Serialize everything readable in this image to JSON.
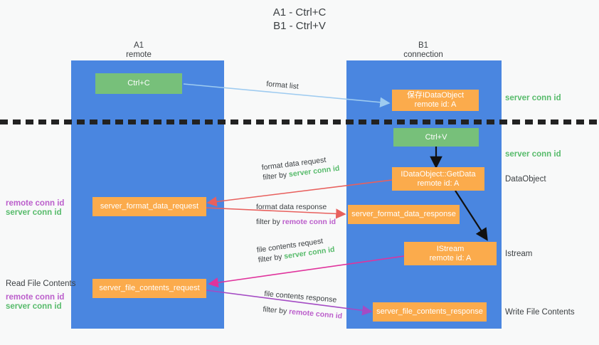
{
  "title": {
    "line1": "A1 - Ctrl+C",
    "line2": "B1 - Ctrl+V"
  },
  "columns": [
    {
      "id": "a1",
      "name": "A1",
      "sub": "remote"
    },
    {
      "id": "b1",
      "name": "B1",
      "sub": "connection"
    }
  ],
  "nodes": {
    "ctrl_c": {
      "label": "Ctrl+C"
    },
    "save_idataobject": {
      "line1": "保存IDataObject",
      "line2": "remote id: A"
    },
    "ctrl_v": {
      "label": "Ctrl+V"
    },
    "getdata": {
      "line1": "IDataObject::GetData",
      "line2": "remote id: A"
    },
    "format_data_request": {
      "label": "server_format_data_request"
    },
    "format_data_response": {
      "label": "server_format_data_response"
    },
    "istream": {
      "line1": "IStream",
      "line2": "remote id: A"
    },
    "file_contents_request": {
      "label": "server_file_contents_request"
    },
    "file_contents_response": {
      "label": "server_file_contents_response"
    }
  },
  "right_labels": {
    "server_conn_id_1": "server conn id",
    "server_conn_id_2": "server conn id",
    "dataobject": "DataObject",
    "istream": "Istream",
    "write_file_contents": "Write File Contents"
  },
  "left_labels": {
    "remote_conn_id_1": "remote conn id",
    "server_conn_id_1": "server conn id",
    "read_file_contents": "Read File Contents",
    "remote_conn_id_2": "remote conn id",
    "server_conn_id_2": "server conn id"
  },
  "edges": [
    {
      "id": "format-list",
      "text": "format list"
    },
    {
      "id": "format-data-request",
      "line1": "format data request",
      "line2_prefix": "filter by ",
      "line2_highlight": "server conn id",
      "highlight_color": "green"
    },
    {
      "id": "format-data-response",
      "line1": "format data response",
      "line2_prefix": "filter by ",
      "line2_highlight": "remote conn id",
      "highlight_color": "purple"
    },
    {
      "id": "file-contents-request",
      "line1": "file contents request",
      "line2_prefix": "filter by ",
      "line2_highlight": "server conn id",
      "highlight_color": "green"
    },
    {
      "id": "file-contents-response",
      "line1": "file contents response",
      "line2_prefix": "filter by ",
      "line2_highlight": "remote conn id",
      "highlight_color": "purple"
    }
  ],
  "colors": {
    "column": "#4a86e0",
    "orange": "#fbab4c",
    "green_box": "#77c07a",
    "green_text": "#57bb6b",
    "purple_text": "#bb5ecb",
    "arrow_lightblue": "#9ecbf0",
    "arrow_red": "#e8605d",
    "arrow_magenta": "#e0339c",
    "arrow_purple": "#a44bc4",
    "arrow_black": "#000000",
    "background": "#f8f9f9"
  }
}
